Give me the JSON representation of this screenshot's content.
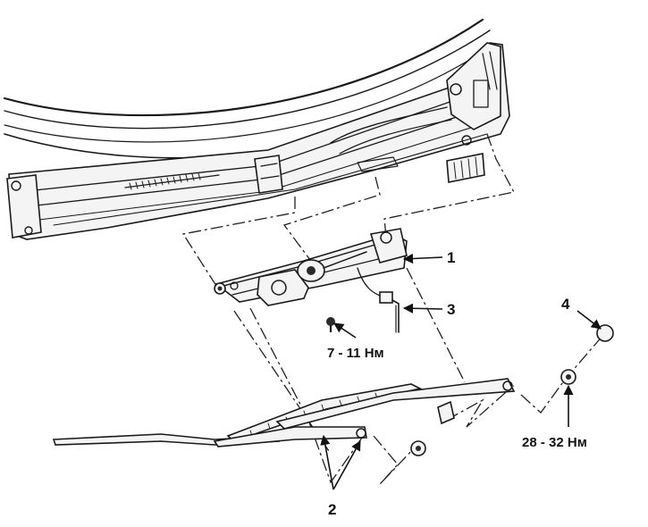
{
  "callouts": {
    "c1": "1",
    "c2": "2",
    "c3": "3",
    "c4": "4"
  },
  "torques": {
    "t1": "7 - 11 Нм",
    "t2": "28 - 32 Нм"
  }
}
